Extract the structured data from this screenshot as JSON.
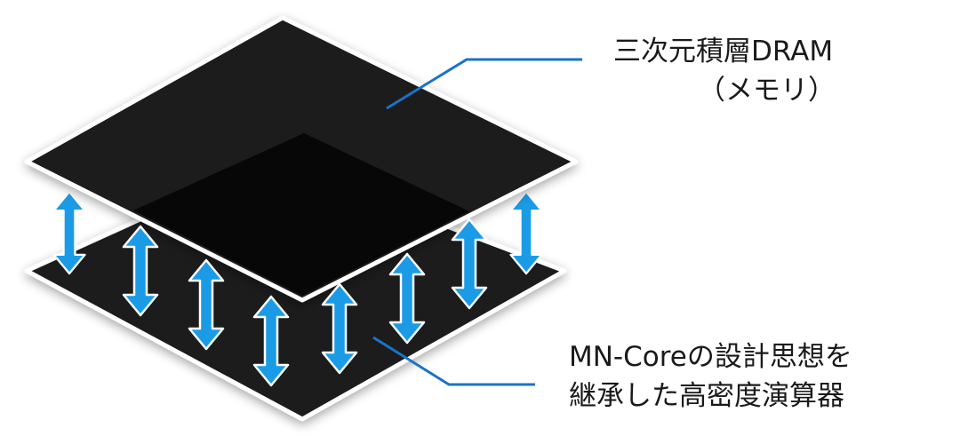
{
  "labels": {
    "memory": {
      "line1": "三次元積層DRAM",
      "line2": "（メモリ）"
    },
    "compute": {
      "line1": "MN-Coreの設計思想を",
      "line2": "継承した高密度演算器"
    }
  },
  "colors": {
    "layer_fill": "#1c1c1c",
    "layer_dark": "#070707",
    "layer_edge": "#ffffff",
    "arrow": "#1b9be6",
    "leader_line": "#1a73c7",
    "text": "#1a1a1a"
  },
  "icons": [
    "double-arrow-icon"
  ]
}
